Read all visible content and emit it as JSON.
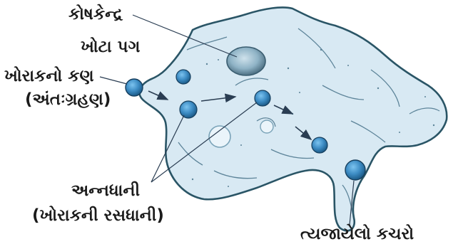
{
  "labels": {
    "nucleus": "કોષકેન્દ્ર",
    "pseudopodia": "ખોટા પગ",
    "food_particle": "ખોરાકનો કણ",
    "ingestion": "(અંતઃગ્રહણ)",
    "food_vacuole": "અન્નધાની",
    "food_vacuole_alt": "(ખોરાકની રસધાની)",
    "expelled_waste": "ત્યજાયેલો કચરો"
  },
  "colors": {
    "cell_fill": "#d8e9f3",
    "cell_outline": "#2a5566",
    "vacuole_fill": "#3d8cc4",
    "vacuole_dark": "#1c5b88",
    "nucleus_fill": "#8fb3c6",
    "line": "#2a3d52"
  }
}
